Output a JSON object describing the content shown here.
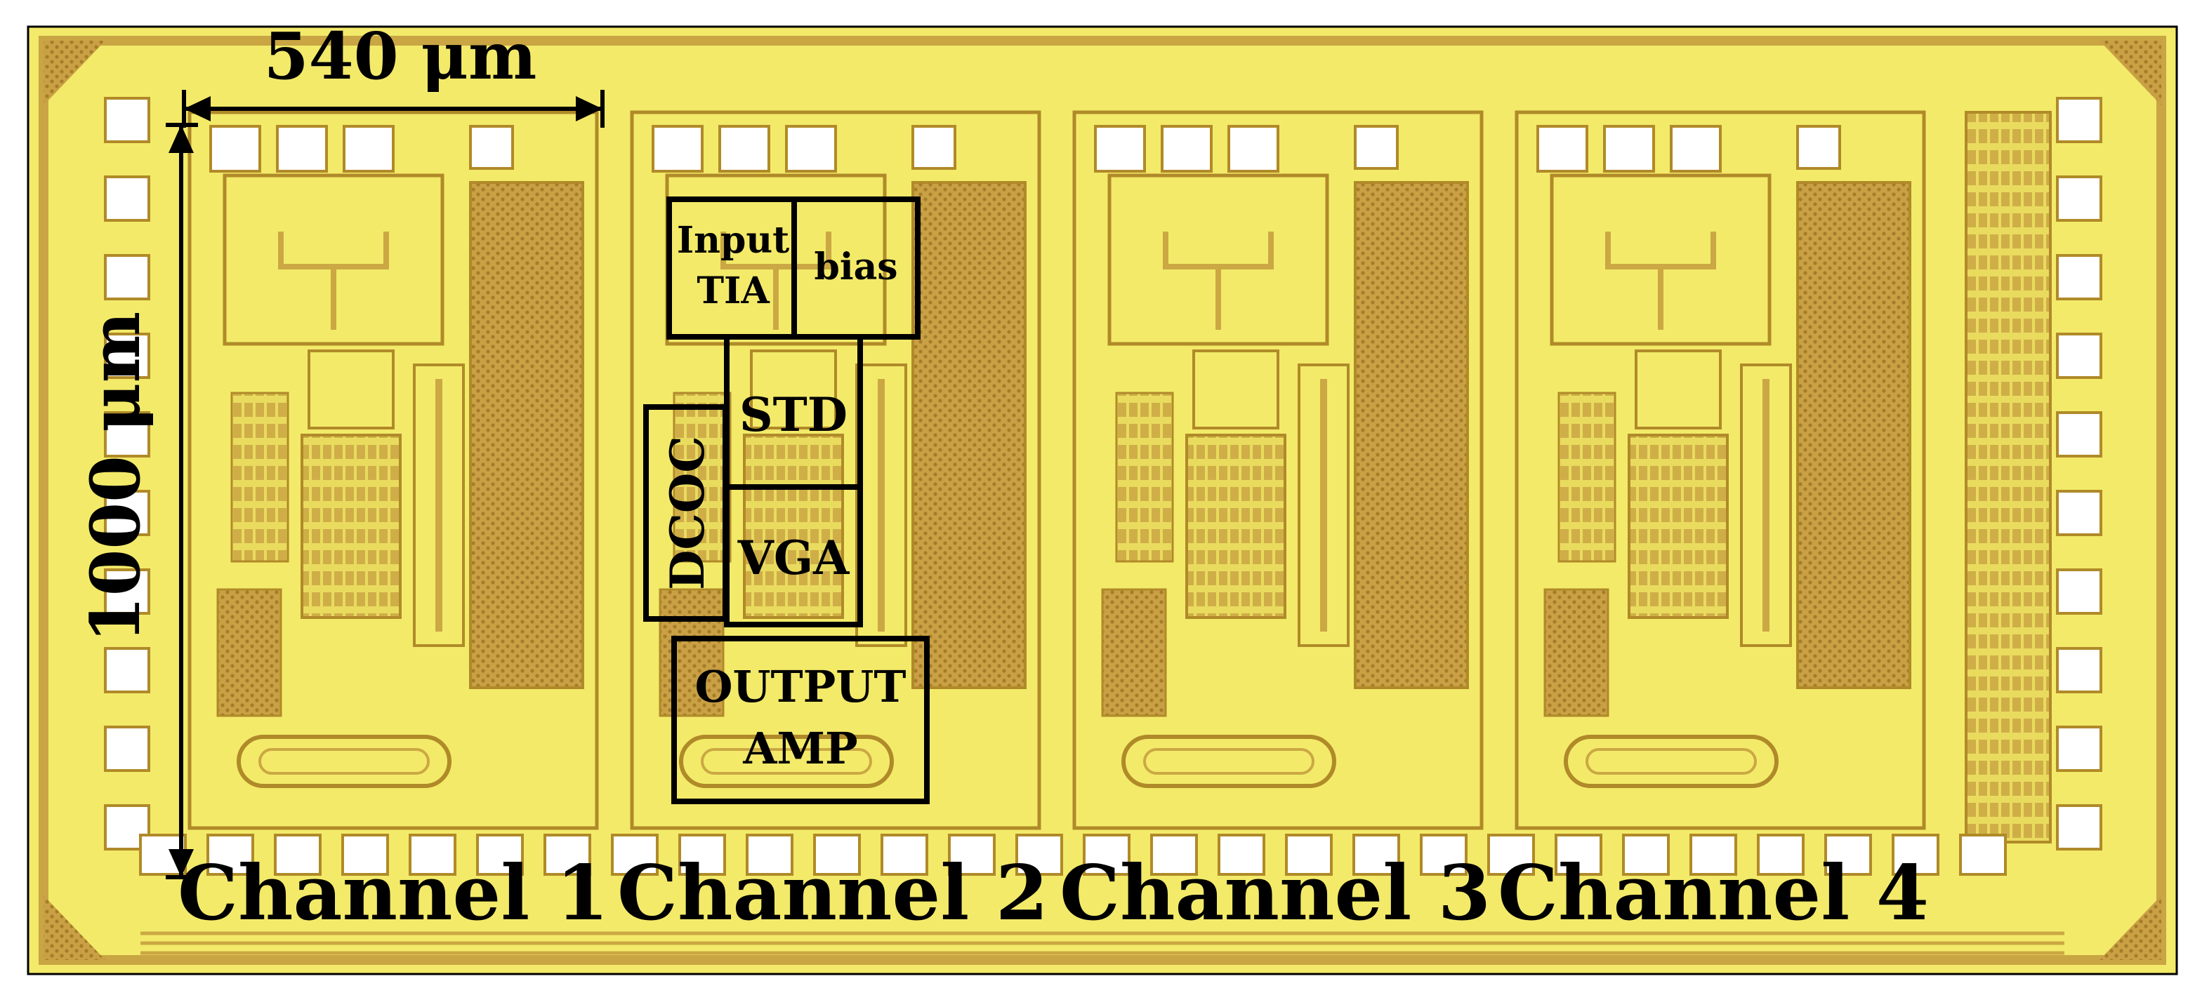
{
  "dimensions": {
    "width_label": "540 μm",
    "height_label": "1000 μm"
  },
  "channels": [
    {
      "label": "Channel 1"
    },
    {
      "label": "Channel 2"
    },
    {
      "label": "Channel 3"
    },
    {
      "label": "Channel 4"
    }
  ],
  "blocks": {
    "input_tia": {
      "line1": "Input",
      "line2": "TIA"
    },
    "bias": {
      "label": "bias"
    },
    "std": {
      "label": "STD"
    },
    "dcoc": {
      "label": "DCOC"
    },
    "vga": {
      "label": "VGA"
    },
    "output_amp": {
      "line1": "OUTPUT",
      "line2": "AMP"
    }
  },
  "colors": {
    "die_background": "#f3ea6a",
    "metal_dark": "#b08a28",
    "metal_mid": "#cba843",
    "pad_fill": "#ffffff",
    "annotation": "#000000"
  }
}
